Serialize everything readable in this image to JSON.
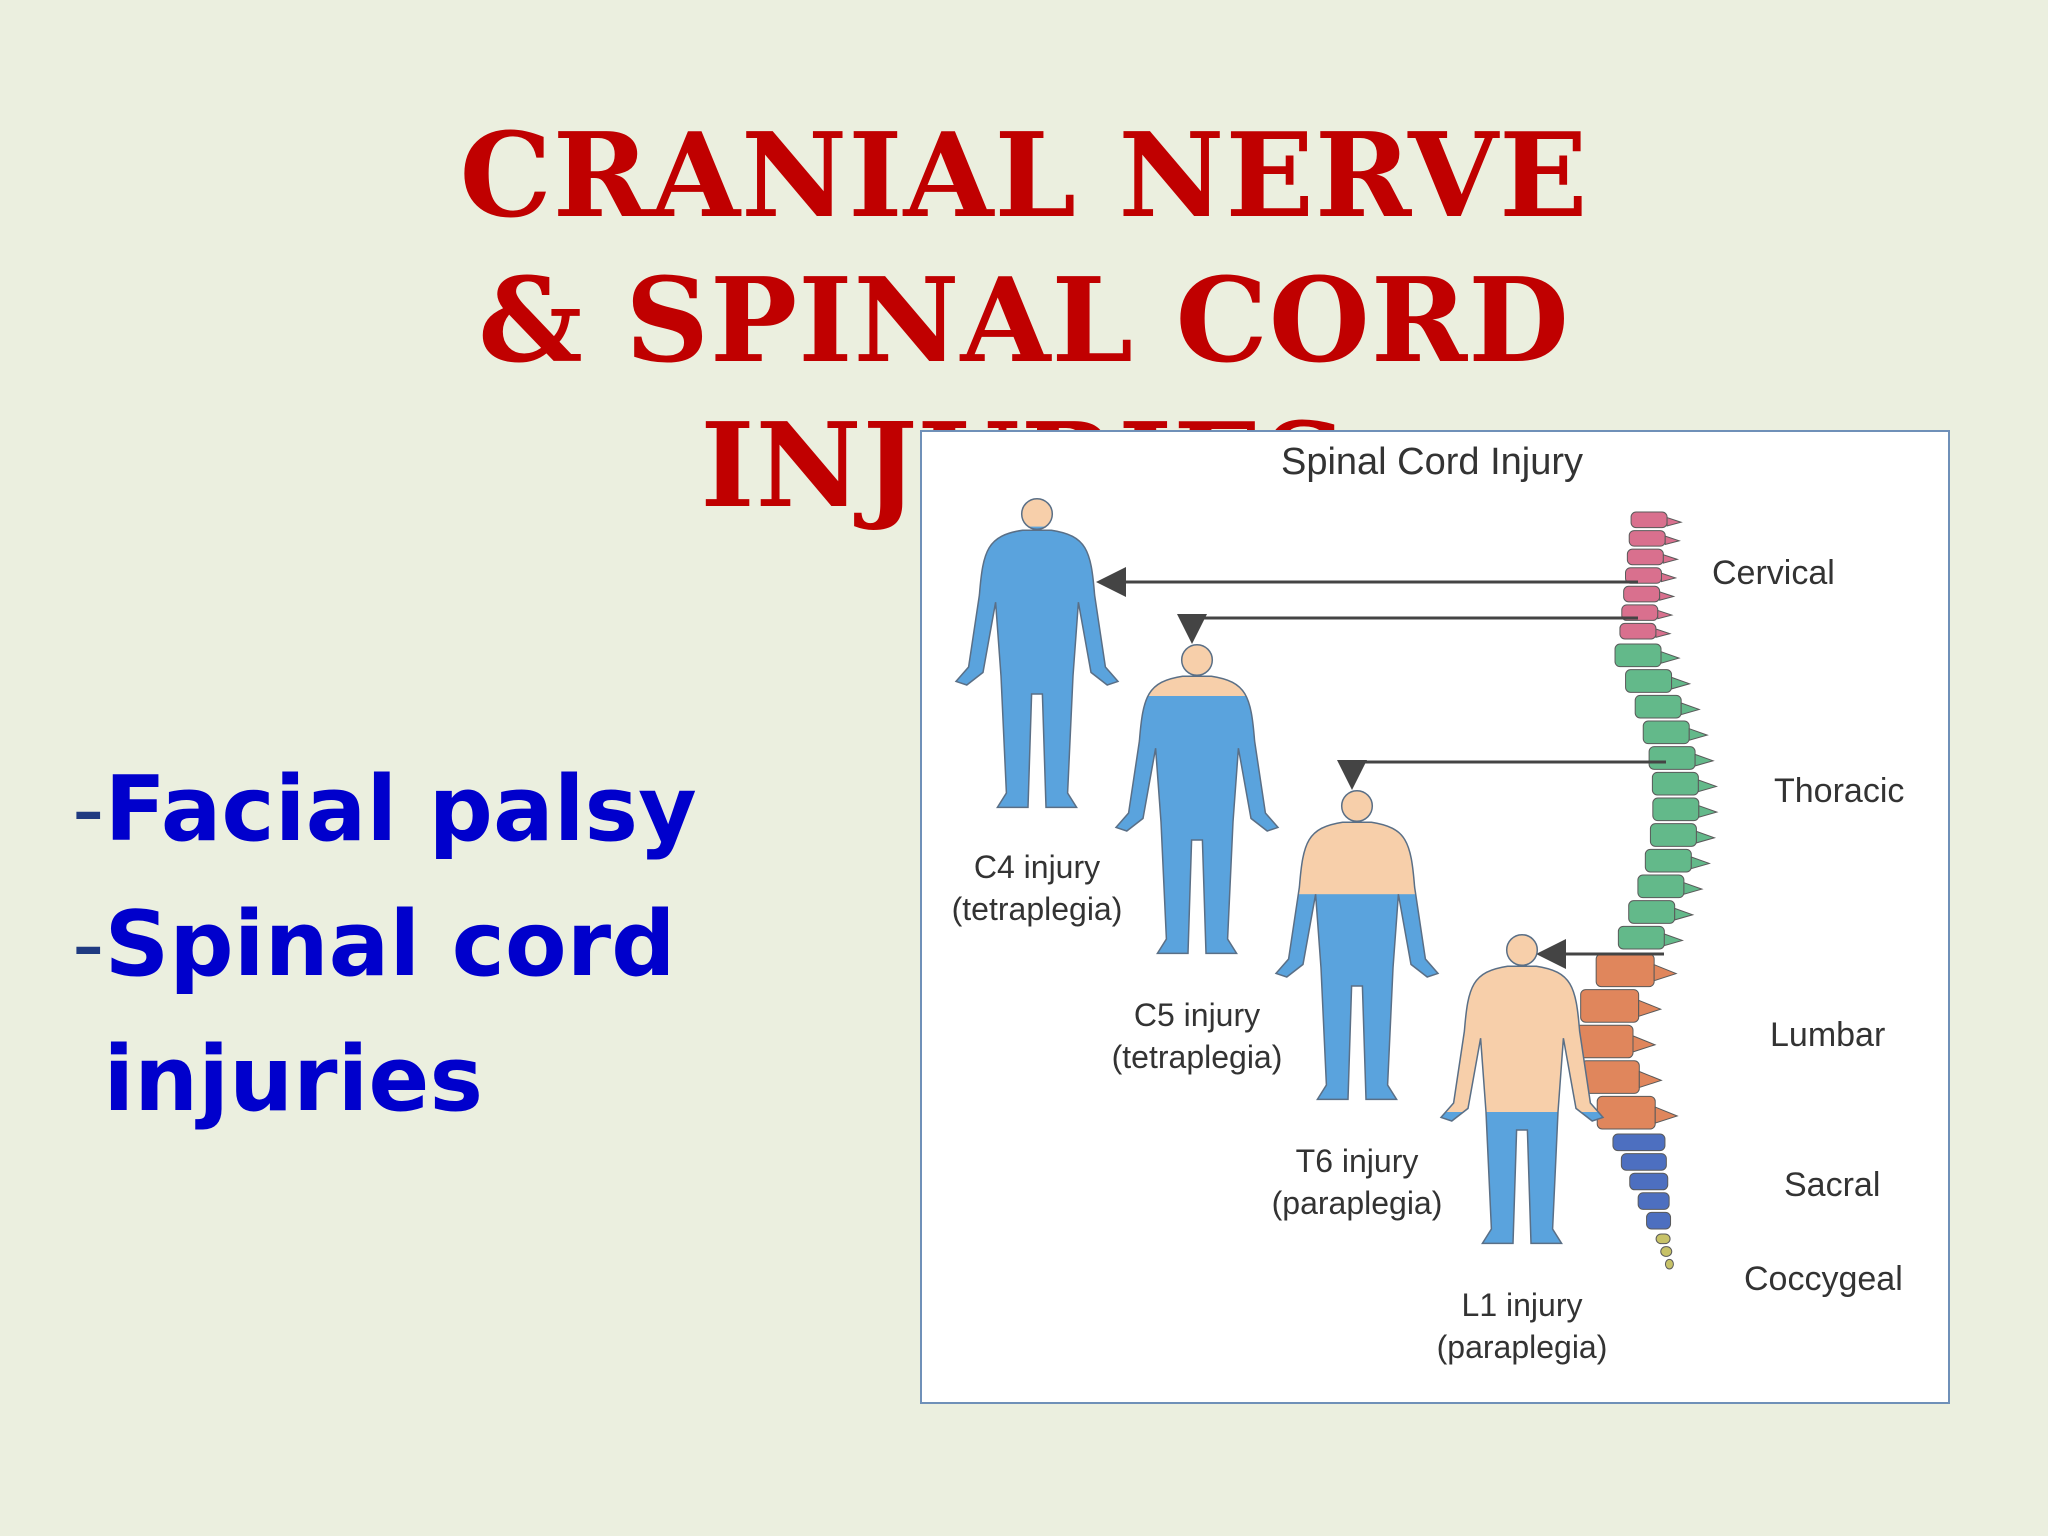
{
  "slide": {
    "title_lines": [
      "CRANIAL NERVE",
      "& SPINAL CORD",
      "INJURIES"
    ],
    "bullets": [
      {
        "dash": "-",
        "text": "Facial palsy"
      },
      {
        "dash": "-",
        "text": "Spinal cord"
      },
      {
        "dash": "",
        "text": " injuries"
      }
    ]
  },
  "figure": {
    "title": "Spinal Cord Injury",
    "regions": [
      {
        "label": "Cervical",
        "color": "#d9708e"
      },
      {
        "label": "Thoracic",
        "color": "#63b98a"
      },
      {
        "label": "Lumbar",
        "color": "#e0865c"
      },
      {
        "label": "Sacral",
        "color": "#4d6fc0"
      },
      {
        "label": "Coccygeal",
        "color": "#c7c268"
      }
    ],
    "injuries": [
      {
        "label": "C4 injury",
        "type": "(tetraplegia)"
      },
      {
        "label": "C5 injury",
        "type": "(tetraplegia)"
      },
      {
        "label": "T6 injury",
        "type": "(paraplegia)"
      },
      {
        "label": "L1 injury",
        "type": "(paraplegia)"
      }
    ],
    "colors": {
      "paralysis": "#5aa3dd",
      "skin": "#f7cfaa"
    }
  }
}
